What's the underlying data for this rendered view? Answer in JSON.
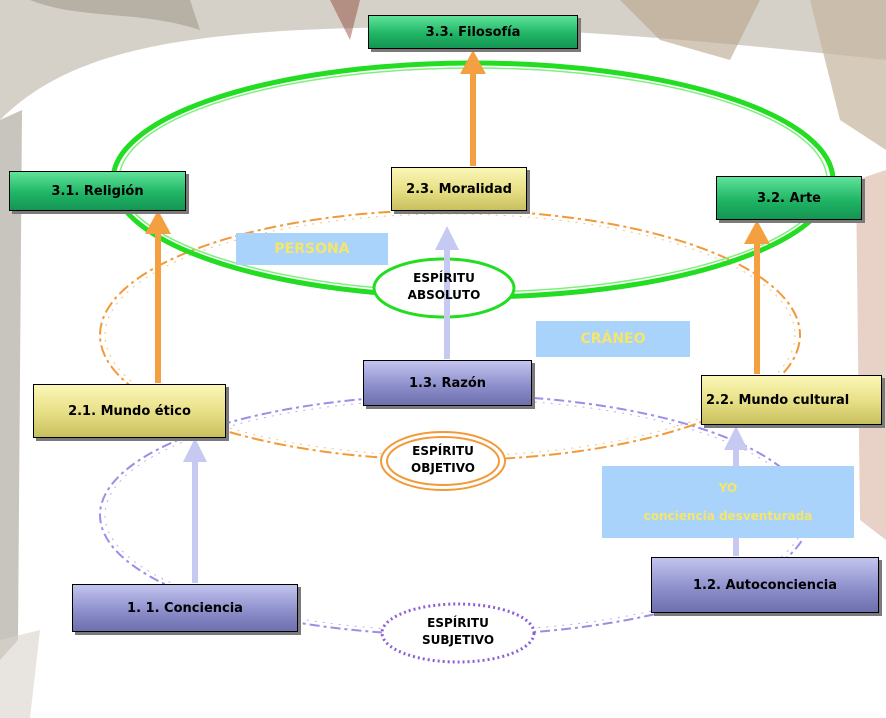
{
  "boxes": {
    "filosofia": "3.3. Filosofía",
    "religion": "3.1. Religión",
    "moralidad": "2.3. Moralidad",
    "arte": "3.2. Arte",
    "mundo_etico": "2.1. Mundo ético",
    "razon": "1.3. Razón",
    "mundo_cultural": "2.2. Mundo cultural",
    "conciencia": "1. 1. Conciencia",
    "autoconciencia": "1.2. Autoconciencia"
  },
  "ellipse_labels": {
    "absoluto_1": "ESPÍRITU",
    "absoluto_2": "ABSOLUTO",
    "objetivo_1": "ESPÍRITU",
    "objetivo_2": "OBJETIVO",
    "subjetivo_1": "ESPÍRITU",
    "subjetivo_2": "SUBJETIVO"
  },
  "panels": {
    "persona": "PERSONA",
    "craneo": "CRÁNEO",
    "yo": "YO",
    "conciencia_desventurada": "conciencia desventurada"
  },
  "colors": {
    "absolute_ring": "#22dd22",
    "objective_ring": "#f29a3a",
    "subjective_ring": "#9b8ee6",
    "orange_arrow": "#f5a040",
    "lavender_arrow": "#c6c9f2",
    "panel_bg": "#a9d3fa",
    "panel_text": "#f5e66a"
  }
}
